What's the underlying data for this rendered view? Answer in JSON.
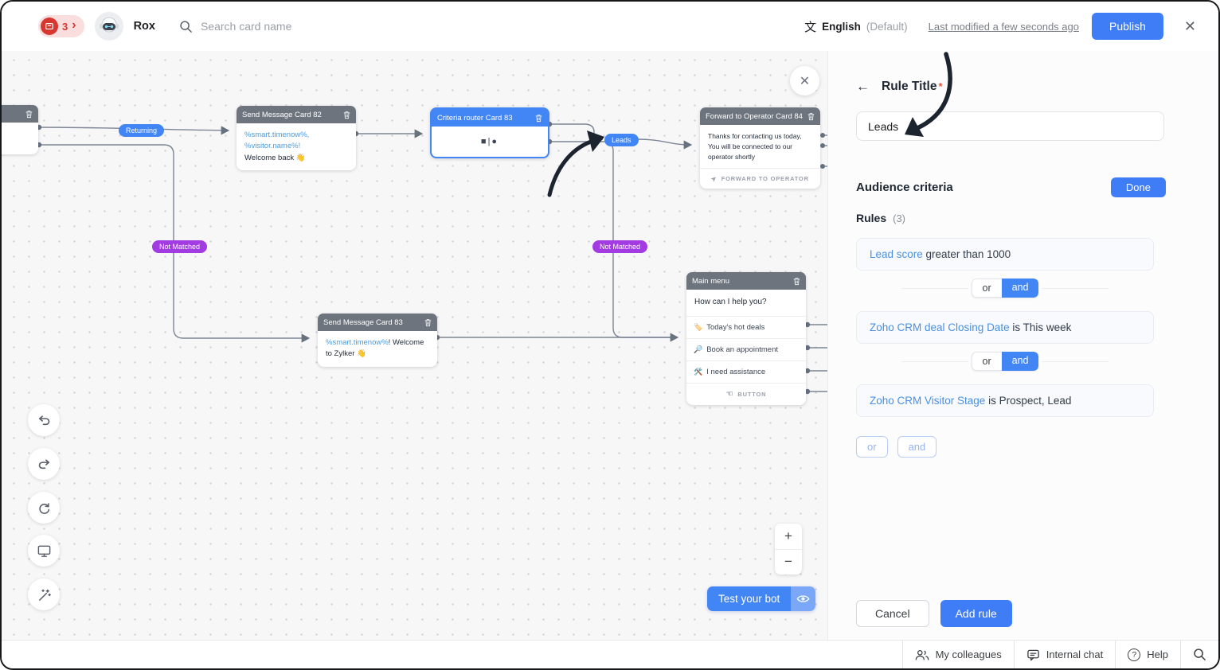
{
  "header": {
    "badge_count": "3",
    "badge_chevron": "›",
    "bot_name": "Rox",
    "search_placeholder": "Search card name",
    "language_icon": "文",
    "language_name": "English",
    "language_suffix": "(Default)",
    "last_modified": "Last modified a few seconds ago",
    "publish_label": "Publish",
    "close_icon": "✕"
  },
  "canvas": {
    "labels": {
      "returning": "Returning",
      "not_matched_left": "Not Matched",
      "leads": "Leads",
      "not_matched_right": "Not Matched"
    },
    "cards": {
      "send82": {
        "title": "Send Message Card 82",
        "vars": "%smart.timenow%, %visitor.name%!",
        "text": "Welcome back 👋"
      },
      "router83": {
        "title": "Criteria router Card 83",
        "glyph": "■|●"
      },
      "forward84": {
        "title": "Forward to Operator Card 84",
        "body": "Thanks for contacting us today, You will be connected to our operator shortly",
        "footer": "FORWARD TO OPERATOR",
        "footer_icon": "➤"
      },
      "send83": {
        "title": "Send Message Card 83",
        "vars": "%smart.timenow%",
        "text": "! Welcome to Zylker 👋"
      },
      "menu": {
        "title": "Main menu",
        "question": "How can I help you?",
        "items": [
          {
            "icon": "🏷️",
            "label": "Today's hot deals"
          },
          {
            "icon": "🔎",
            "label": "Book an appointment"
          },
          {
            "icon": "🛠️",
            "label": "I need assistance"
          }
        ],
        "footer_icon": "☜",
        "footer": "BUTTON"
      }
    },
    "close_icon": "✕",
    "zoom_in": "+",
    "zoom_out": "−",
    "test_bot_label": "Test your bot"
  },
  "panel": {
    "back_icon": "←",
    "title": "Rule Title",
    "required_mark": "*",
    "input_value": "Leads",
    "section_title": "Audience criteria",
    "done_label": "Done",
    "rules_label": "Rules",
    "rules_count": "(3)",
    "rules": [
      {
        "field": "Lead score",
        "condition": " greater than 1000"
      },
      {
        "field": "Zoho CRM deal Closing Date",
        "condition": " is This week"
      },
      {
        "field": "Zoho CRM Visitor Stage",
        "condition": " is Prospect, Lead"
      }
    ],
    "toggle": {
      "or": "or",
      "and": "and"
    },
    "add_or": "or",
    "add_and": "and",
    "cancel_label": "Cancel",
    "add_rule_label": "Add rule"
  },
  "statusbar": {
    "colleagues": "My colleagues",
    "internal_chat": "Internal chat",
    "help": "Help",
    "help_icon": "?"
  },
  "colors": {
    "accent": "#4285f4",
    "purple": "#a23be2",
    "card_header": "#6e747e",
    "danger": "#d7372f"
  }
}
